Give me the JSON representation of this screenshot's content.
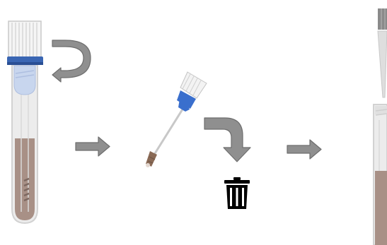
{
  "diagram": {
    "steps": [
      {
        "name": "unscrew-cap",
        "icon": "rotate-arrow-icon"
      },
      {
        "name": "remove-swab",
        "icon": "swab-icon"
      },
      {
        "name": "discard-swab",
        "icon": "trash-icon"
      },
      {
        "name": "pipette-sample",
        "icon": "pipette-icon"
      }
    ],
    "colors": {
      "tube_glass": "#e9e9e9",
      "tube_outline": "#d4d4d4",
      "sample": "#a89086",
      "cap_white": "#f4f4f4",
      "cap_band": "#3a66b3",
      "cap_band_dark": "#2a4f94",
      "insert_blue": "#c7d6ef",
      "arrow_gray": "#8f8f8f",
      "arrow_outline": "#6e6e6e",
      "swab_blue": "#3a6fcd",
      "trash": "#000000"
    }
  }
}
